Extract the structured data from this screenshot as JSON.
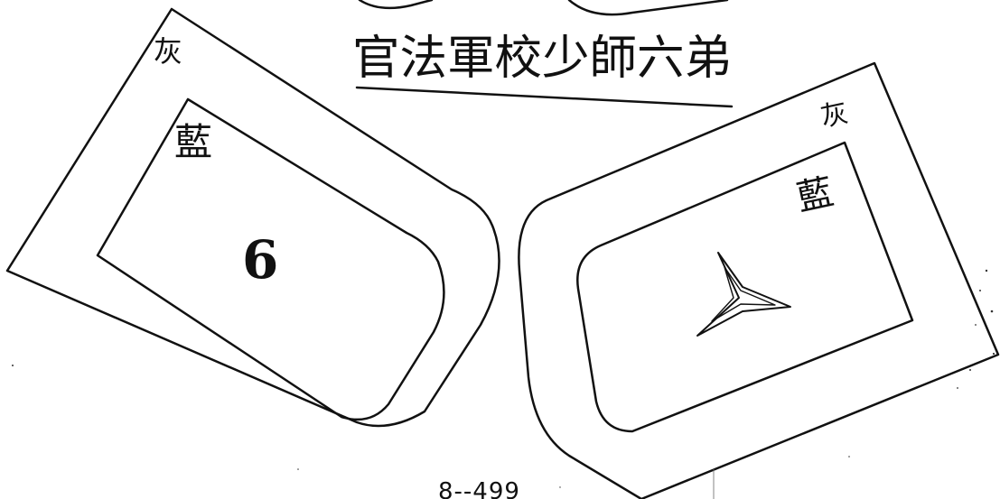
{
  "title": "官法軍校少師六弟",
  "left_patch": {
    "outer_label": "灰",
    "inner_label": "藍",
    "center_mark": "6"
  },
  "right_patch": {
    "outer_label": "灰",
    "inner_label": "藍",
    "center_mark_icon": "three-point-star-icon"
  },
  "page_number": "8--499",
  "colors": {
    "ink": "#111111",
    "paper": "#ffffff"
  }
}
